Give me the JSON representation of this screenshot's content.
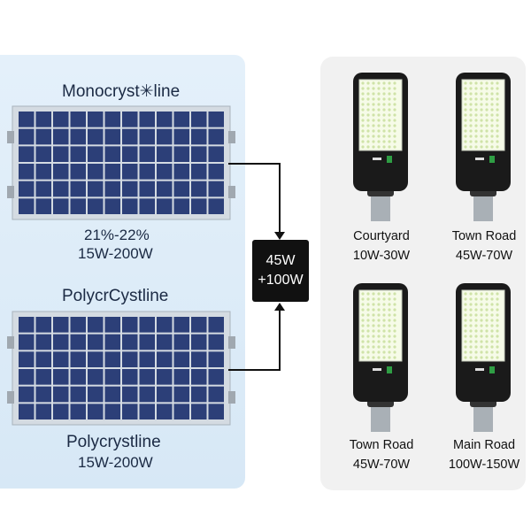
{
  "panels": [
    {
      "title": "Monocryst✳line",
      "efficiency": "21%-22%",
      "power": "15W-200W"
    },
    {
      "title": "PolycrCystline",
      "subtitle": "Polycrystline",
      "power": "15W-200W"
    }
  ],
  "output_box": {
    "line1": "45W",
    "line2": "+100W"
  },
  "lamps": [
    {
      "label": "Courtyard",
      "power": "10W-30W"
    },
    {
      "label": "Town Road",
      "power": "45W-70W"
    },
    {
      "label": "Town Road",
      "power": "45W-70W"
    },
    {
      "label": "Main Road",
      "power": "100W-150W"
    }
  ],
  "colors": {
    "panel_cell": "#2c3f78",
    "panel_frame": "#cfd6dd",
    "box": "#111111",
    "lamp_body": "#1a1a1a"
  }
}
